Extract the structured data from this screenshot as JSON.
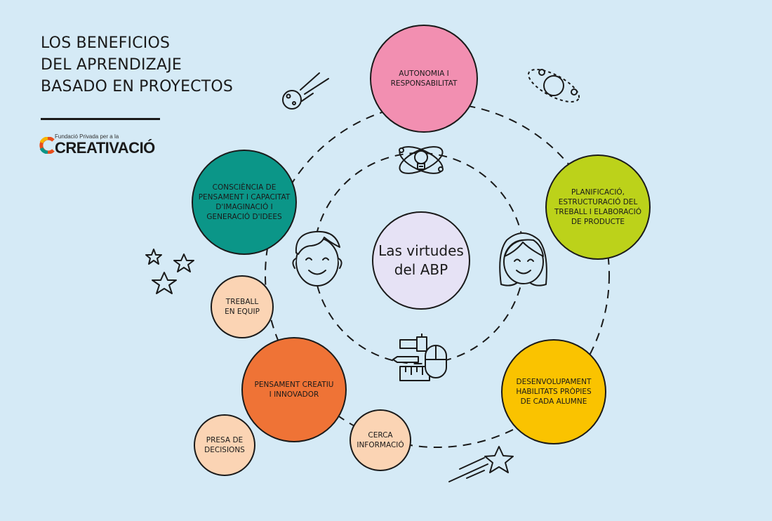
{
  "title": {
    "line1": "LOS BENEFICIOS",
    "line2": "DEL APRENDIZAJE",
    "line3": "BASADO EN PROYECTOS"
  },
  "logo": {
    "tagline": "Fundació Privada per a la",
    "name": "CREATIVACIÓ"
  },
  "center": {
    "label": "Las virtudes\ndel ABP",
    "color": "#e6e2f5"
  },
  "nodes": {
    "autonomia": {
      "label": "AUTONOMIA I\nRESPONSABILITAT",
      "color": "#f28fb1"
    },
    "planificacio": {
      "label": "PLANIFICACIÓ,\nESTRUCTURACIÓ DEL\nTREBALL I ELABORACIÓ\nDE PRODUCTE",
      "color": "#bcd21a"
    },
    "desenvolupament": {
      "label": "DESENVOLUPAMENT\nHABILITATS PRÒPIES\nDE CADA ALUMNE",
      "color": "#fac300"
    },
    "consciencia": {
      "label": "CONSCIÈNCIA DE\nPENSAMENT I CAPACITAT\nD'IMAGINACIÓ I\nGENERACIÓ D'IDEES",
      "color": "#0b9688"
    },
    "treball": {
      "label": "TREBALL\nEN EQUIP",
      "color": "#fbd4b4"
    },
    "pensament": {
      "label": "PENSAMENT CREATIU\nI INNOVADOR",
      "color": "#ef7336"
    },
    "presa": {
      "label": "PRESA DE\nDECISIONS",
      "color": "#fbd4b4"
    },
    "cerca": {
      "label": "CERCA\nINFORMACIÓ",
      "color": "#fbd4b4"
    }
  },
  "icons": [
    "comet-icon",
    "planet-icon",
    "stars-icon",
    "shooting-star-icon",
    "lightbulb-atom-icon",
    "boy-face-icon",
    "girl-face-icon",
    "tools-icon"
  ]
}
